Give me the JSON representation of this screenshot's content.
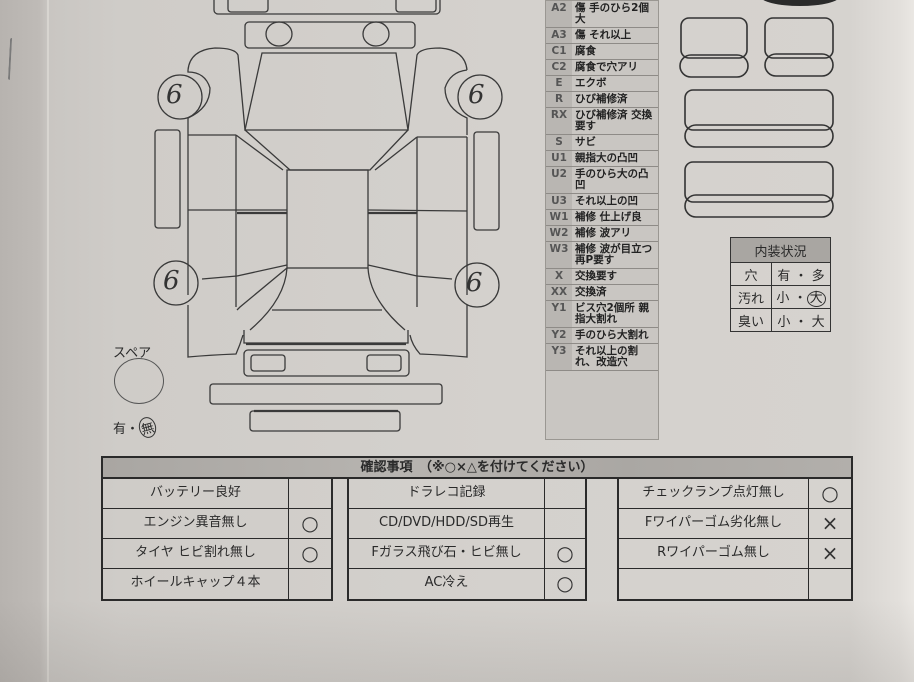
{
  "document": {
    "type": "vehicle inspection sheet (photo)"
  },
  "diagram": {
    "tire_tread_marks": [
      {
        "position": "front-left",
        "value": "6"
      },
      {
        "position": "front-right",
        "value": "6"
      },
      {
        "position": "rear-left",
        "value": "6"
      },
      {
        "position": "rear-right",
        "value": "6"
      }
    ],
    "spare": {
      "label": "スペア",
      "options": [
        "有",
        "無"
      ],
      "separator": "・",
      "selected": "無"
    }
  },
  "legend": {
    "rows": [
      {
        "code": "A2",
        "desc": "傷 手のひら2個大"
      },
      {
        "code": "A3",
        "desc": "傷 それ以上"
      },
      {
        "code": "C1",
        "desc": "腐食"
      },
      {
        "code": "C2",
        "desc": "腐食で穴アリ"
      },
      {
        "code": "E",
        "desc": "エクボ"
      },
      {
        "code": "R",
        "desc": "ひび補修済"
      },
      {
        "code": "RX",
        "desc": "ひび補修済 交換要す"
      },
      {
        "code": "S",
        "desc": "サビ"
      },
      {
        "code": "U1",
        "desc": "親指大の凸凹"
      },
      {
        "code": "U2",
        "desc": "手のひら大の凸凹"
      },
      {
        "code": "U3",
        "desc": "それ以上の凹"
      },
      {
        "code": "W1",
        "desc": "補修 仕上げ良"
      },
      {
        "code": "W2",
        "desc": "補修 波アリ"
      },
      {
        "code": "W3",
        "desc": "補修 波が目立つ 再P要す"
      },
      {
        "code": "X",
        "desc": "交換要す"
      },
      {
        "code": "XX",
        "desc": "交換済"
      },
      {
        "code": "Y1",
        "desc": "ビス穴2個所 親指大割れ"
      },
      {
        "code": "Y2",
        "desc": "手のひら大割れ"
      },
      {
        "code": "Y3",
        "desc": "それ以上の割れ、改造穴"
      }
    ]
  },
  "interior": {
    "title": "内装状況",
    "rows": [
      {
        "label": "穴",
        "options": "有・多",
        "opt_a": "有",
        "opt_b": "多",
        "selected": ""
      },
      {
        "label": "汚れ",
        "options": "小・大",
        "opt_a": "小",
        "opt_b": "大",
        "selected": "大"
      },
      {
        "label": "臭い",
        "options": "小・大",
        "opt_a": "小",
        "opt_b": "大",
        "selected": ""
      }
    ],
    "separator": "・"
  },
  "checks": {
    "title": "確認事項　（※○×△を付けてください）",
    "columns": [
      {
        "items": [
          {
            "label": "バッテリー良好",
            "mark": ""
          },
          {
            "label": "エンジン異音無し",
            "mark": "○"
          },
          {
            "label": "タイヤ ヒビ割れ無し",
            "mark": "○"
          },
          {
            "label": "ホイールキャップ４本",
            "mark": ""
          }
        ]
      },
      {
        "items": [
          {
            "label": "ドラレコ記録",
            "mark": ""
          },
          {
            "label": "CD/DVD/HDD/SD再生",
            "mark": ""
          },
          {
            "label": "Fガラス飛び石・ヒビ無し",
            "mark": "○"
          },
          {
            "label": "AC冷え",
            "mark": "○"
          }
        ]
      },
      {
        "items": [
          {
            "label": "チェックランプ点灯無し",
            "mark": "○"
          },
          {
            "label": "Fワイパーゴム劣化無し",
            "mark": "×"
          },
          {
            "label": "Rワイパーゴム無し",
            "mark": "×"
          },
          {
            "label": "",
            "mark": ""
          }
        ]
      }
    ]
  }
}
